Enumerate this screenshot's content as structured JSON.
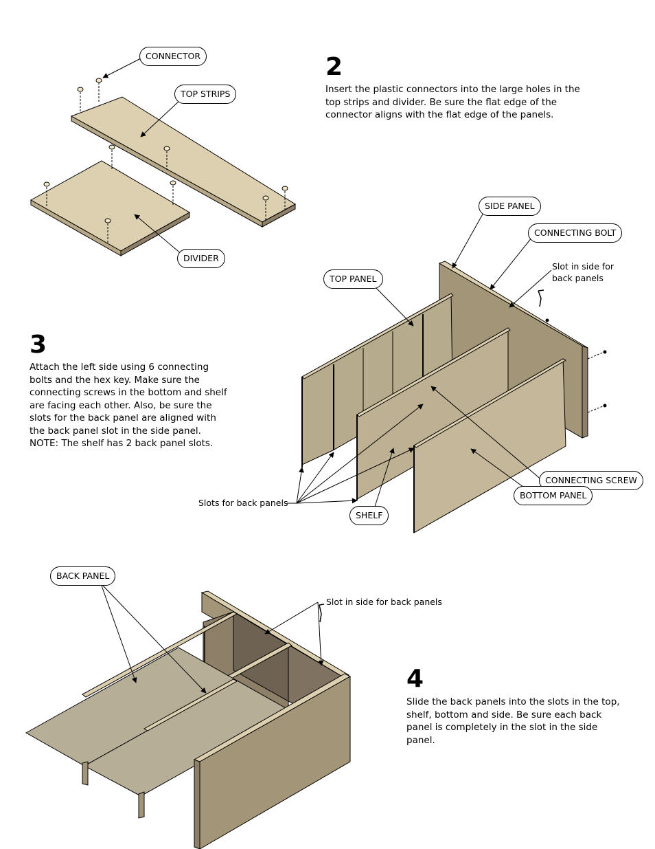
{
  "steps": [
    {
      "number": "2",
      "lines": [
        "Insert the plastic connectors into the large holes in the",
        "top strips and divider.  Be sure the flat edge of the",
        "connector aligns with the flat edge of the panels."
      ]
    },
    {
      "number": "3",
      "lines": [
        "Attach the left side using 6 connecting",
        "bolts and the hex key.  Make sure the",
        "connecting screws in the bottom and shelf",
        "are facing each other.  Also, be sure the",
        "slots for the back panel are aligned with",
        "the back panel  slot in the side panel.",
        "NOTE:  The shelf has 2 back panel slots."
      ]
    },
    {
      "number": "4",
      "lines": [
        "Slide the back panels into the slots in the top,",
        "shelf, bottom and side.  Be sure each back",
        "panel is completely in the slot in the side",
        "panel."
      ]
    }
  ],
  "callouts": {
    "connector": "CONNECTOR",
    "top_strips": "TOP STRIPS",
    "divider": "DIVIDER",
    "side_panel": "SIDE PANEL",
    "connecting_bolt": "CONNECTING BOLT",
    "top_panel": "TOP PANEL",
    "connecting_screw": "CONNECTING SCREW",
    "bottom_panel": "BOTTOM PANEL",
    "shelf": "SHELF",
    "back_panel": "BACK PANEL"
  },
  "labels": {
    "slot_side_lines": [
      "Slot in side for",
      "back panels"
    ],
    "slots_for_back_panels": "Slots for back panels",
    "slot_side_back_panels": "Slot in side for back panels"
  },
  "colors": {
    "panel_face": "#ddd0b0",
    "panel_edge": "#b8aa88",
    "panel_dark": "#8e7f68",
    "side_panel_face": "#a39578",
    "back_panel_face": "#b7ae98",
    "line": "#000000"
  }
}
